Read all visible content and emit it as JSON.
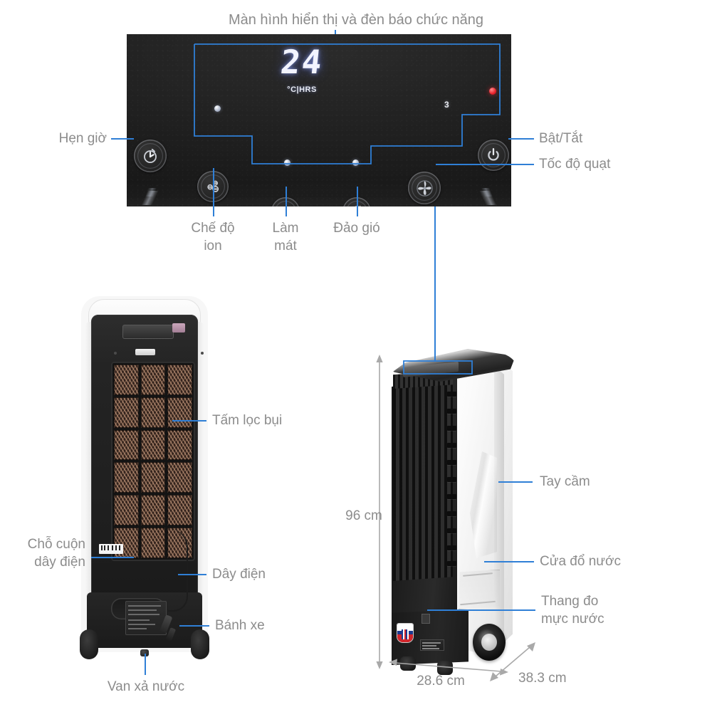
{
  "diagram": {
    "title": "Màn hình hiển thị và đèn báo chức năng"
  },
  "control_panel": {
    "display": {
      "value": "24",
      "unit": "°C|HRS",
      "speed_indicator": "3"
    },
    "indicators": [
      {
        "name": "indicator-dot-1",
        "color": "#b9c2d4"
      },
      {
        "name": "indicator-dot-2",
        "color": "#b9c2d4"
      },
      {
        "name": "indicator-dot-3",
        "color": "#b9c2d4"
      },
      {
        "name": "indicator-led-power",
        "color": "#e6202a"
      }
    ],
    "buttons": [
      {
        "icon": "timer-icon",
        "label": "Hẹn giờ"
      },
      {
        "icon": "ion-icon",
        "label": "Chế độ\nion"
      },
      {
        "icon": "water-drop-icon",
        "label": "Làm\nmát"
      },
      {
        "icon": "swing-icon",
        "label": "Đảo gió"
      },
      {
        "icon": "fan-icon",
        "label": "Tốc độ quạt"
      },
      {
        "icon": "power-icon",
        "label": "Bật/Tắt"
      }
    ]
  },
  "rear_view": {
    "labels": {
      "filter": "Tấm lọc bụi",
      "cord_storage": "Chỗ cuộn\ndây điện",
      "power_cord": "Dây điện",
      "wheel": "Bánh xe",
      "drain_valve": "Van xả nước"
    }
  },
  "iso_view": {
    "labels": {
      "handle": "Tay cầm",
      "water_door": "Cửa đổ nước",
      "water_gauge": "Thang đo\nmực nước"
    },
    "dimensions": {
      "height": "96 cm",
      "width": "28.6 cm",
      "depth": "38.3 cm"
    }
  },
  "colors": {
    "leader_line": "#2f7fd6",
    "label_text": "#8c8c8c",
    "dimension_line": "#a9a9a9",
    "panel_bg": "#1f1f1f",
    "display_glow": "#f2f4ff",
    "led_red": "#e6202a",
    "filter_pad": "#3b2a22"
  }
}
